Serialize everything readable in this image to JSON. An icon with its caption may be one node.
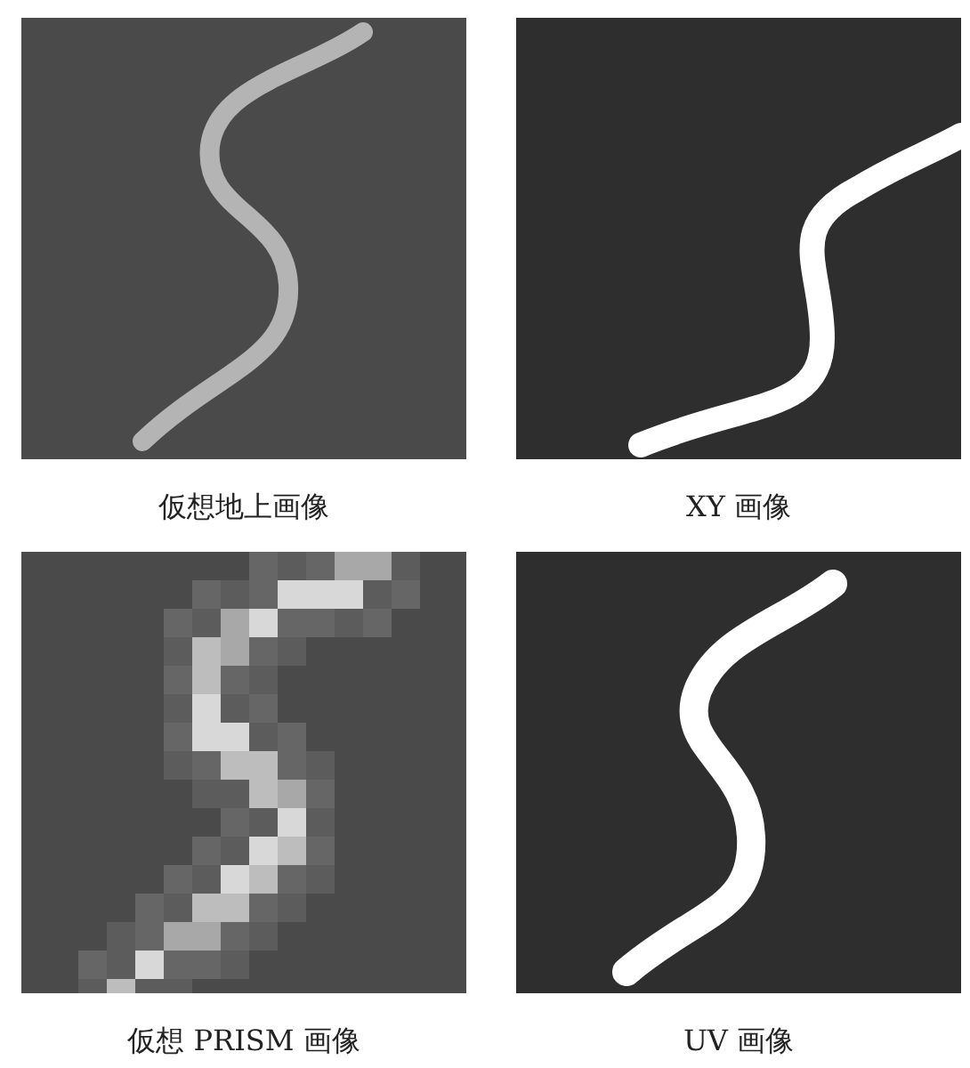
{
  "diagram": {
    "labels": [
      "仮想地上画像",
      "XY 画像",
      "仮想 PRISM 画像",
      "UV 画像"
    ]
  }
}
